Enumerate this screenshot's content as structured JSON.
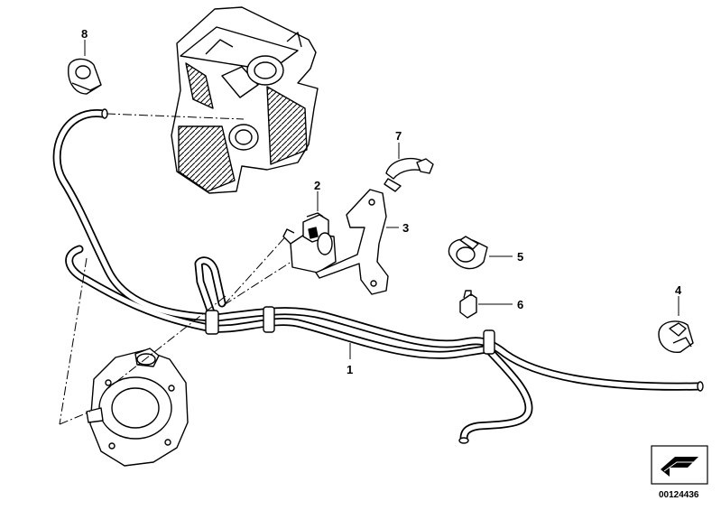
{
  "diagram": {
    "callouts": [
      "1",
      "2",
      "3",
      "4",
      "5",
      "6",
      "7",
      "8"
    ],
    "doc_id": "00124436"
  }
}
